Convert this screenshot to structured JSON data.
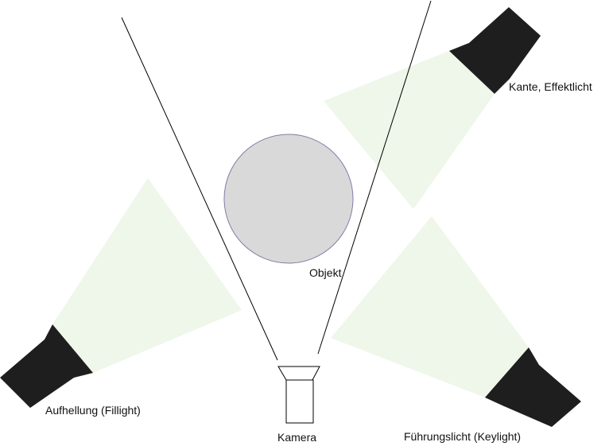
{
  "colors": {
    "light_beam": "#eef7ea",
    "lamp_body": "#1e1e1e",
    "object_fill": "#d9d9d9",
    "object_stroke": "#7f7fa8",
    "line": "#000000"
  },
  "labels": {
    "object": "Objekt",
    "camera": "Kamera",
    "rim_light": "Kante, Effektlicht",
    "fill_light": "Aufhellung (Fillight)",
    "key_light": "Führungslicht (Keylight)"
  }
}
